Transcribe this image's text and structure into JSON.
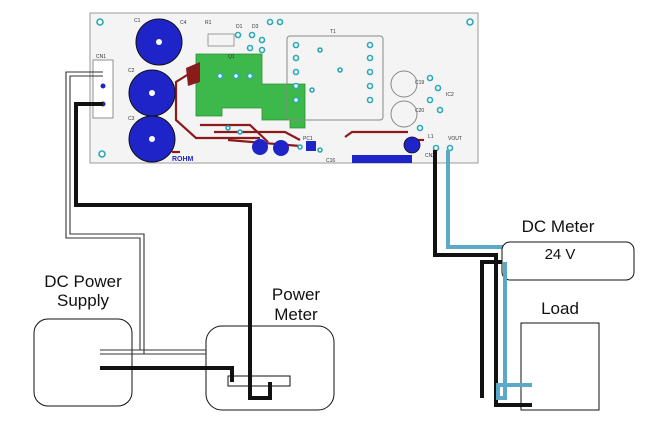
{
  "blocks": {
    "dc_power_supply": {
      "label_line1": "DC Power",
      "label_line2": "Supply"
    },
    "power_meter": {
      "label_line1": "Power",
      "label_line2": "Meter"
    },
    "dc_meter": {
      "label": "DC Meter",
      "reading": "24 V"
    },
    "load": {
      "label": "Load"
    }
  },
  "pcb": {
    "silkscreen": {
      "c1": "C1",
      "c2": "C2",
      "c3": "C3",
      "c4": "C4",
      "cn1": "CN1",
      "cn2": "CN2",
      "t1": "T1",
      "q1": "Q1",
      "r1": "R1",
      "d1": "D1",
      "d3": "D3",
      "c19": "C19",
      "c20": "C20",
      "c16": "C16",
      "l1": "L1",
      "vout": "VOUT",
      "pc1": "PC1",
      "ic2": "IC2",
      "brand": "ROHM"
    },
    "colors": {
      "board": "#f4f4f4",
      "copper_green": "#3db84a",
      "copper_red": "#8b1a1a",
      "capacitor_blue": "#1f24c8",
      "dc_output_wire": "#5aa9c8"
    }
  }
}
